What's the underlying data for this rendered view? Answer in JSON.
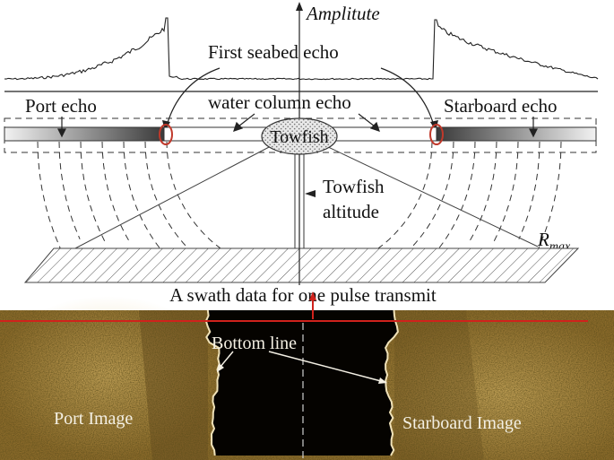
{
  "labels": {
    "amplitude": "Amplitute",
    "first_seabed_echo": "First seabed echo",
    "water_column_echo": "water column echo",
    "port_echo": "Port echo",
    "starboard_echo": "Starboard echo",
    "towfish": "Towfish",
    "towfish_altitude_line1": "Towfish",
    "towfish_altitude_line2": "altitude",
    "r_max": "R",
    "r_max_sub": "max",
    "swath_caption": "A swath data for one pulse transmit",
    "bottom_line": "Bottom line",
    "port_image": "Port Image",
    "starboard_image": "Starboard Image"
  },
  "colors": {
    "line": "#222222",
    "marker": "#c0392b",
    "sonar_base": "#8a6a2a",
    "sonar_light": "#c9a457",
    "sonar_dark": "#4a3510",
    "water_column": "#050300"
  }
}
